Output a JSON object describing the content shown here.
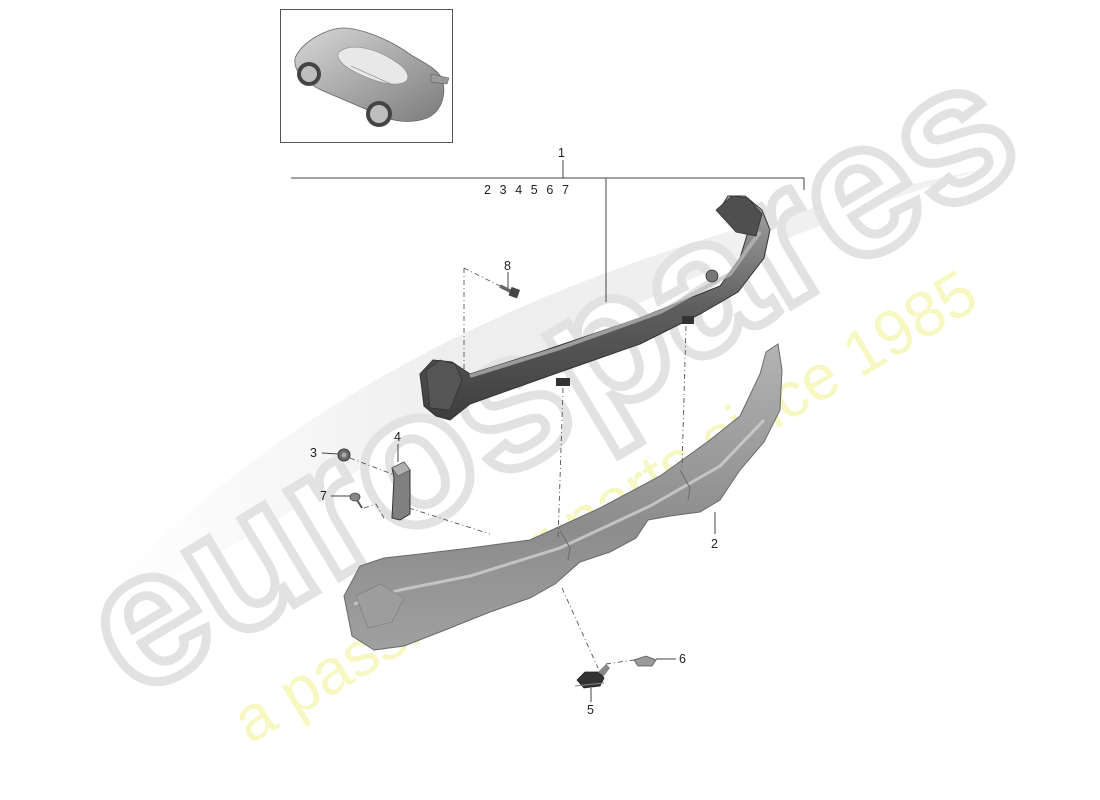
{
  "diagram": {
    "type": "exploded-parts-diagram",
    "subject": "rear bumper carrier / impact beam assembly",
    "thumbnail": {
      "label": "vehicle-overview",
      "depicts": "sports coupe, rear three-quarter view"
    },
    "main_callout": {
      "number": "1"
    },
    "sub_callouts": [
      "2",
      "3",
      "4",
      "5",
      "6",
      "7"
    ],
    "callouts": [
      {
        "number": "1",
        "part": "bumper carrier assembly"
      },
      {
        "number": "2",
        "part": "impact absorber / deformation element"
      },
      {
        "number": "3",
        "part": "nut"
      },
      {
        "number": "4",
        "part": "bracket"
      },
      {
        "number": "5",
        "part": "clip / retainer"
      },
      {
        "number": "6",
        "part": "nut / clip"
      },
      {
        "number": "7",
        "part": "screw"
      },
      {
        "number": "8",
        "part": "bolt"
      }
    ]
  },
  "watermark": {
    "brand": "eurospares",
    "tagline": "a passion for parts since 1985",
    "brand_color": "#e6e6e6",
    "tagline_color": "#f5f5b0"
  },
  "colors": {
    "background": "#ffffff",
    "line": "#444444",
    "part_dark": "#6e6e6e",
    "part_mid": "#9a9a9a",
    "part_light": "#c8c8c8"
  }
}
